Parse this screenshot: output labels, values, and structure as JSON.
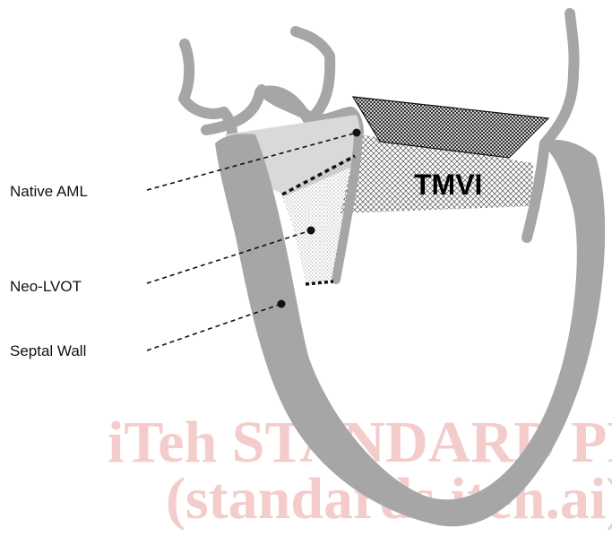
{
  "labels": {
    "native_aml": "Native AML",
    "neo_lvot": "Neo-LVOT",
    "septal_wall": "Septal Wall",
    "device": "TMVI"
  },
  "watermark": {
    "line1": "iTeh STANDARD PREVIEW",
    "line2": "(standards.iteh.ai)"
  },
  "colors": {
    "tissue": "#a6a6a6",
    "aml_fill": "#d9d9d9",
    "leader": "#111111",
    "watermark": "#f4cccc"
  }
}
